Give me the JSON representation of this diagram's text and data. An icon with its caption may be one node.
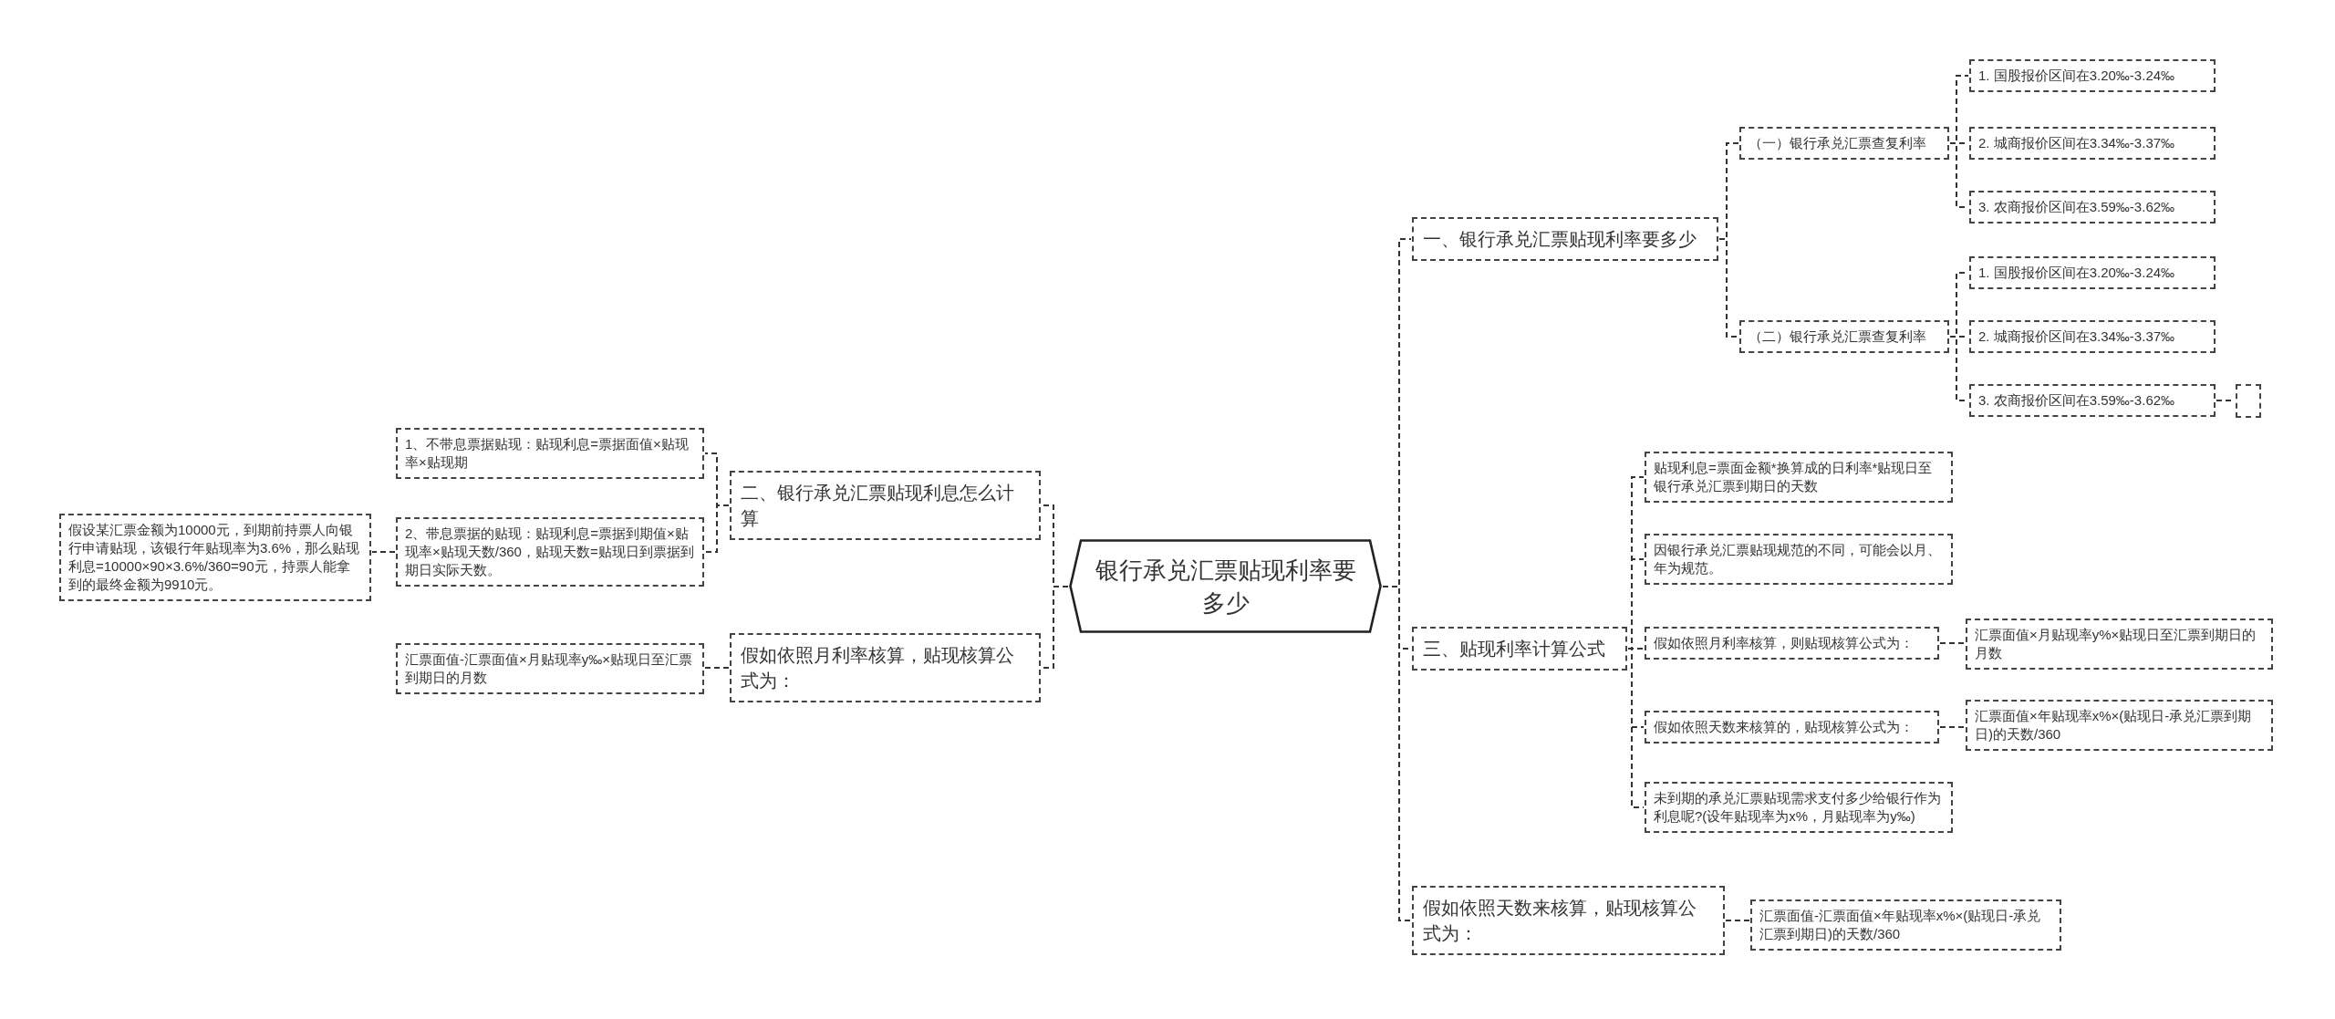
{
  "diagram": {
    "nodes": [
      {
        "text": [
          "银行承兑汇票贴现利率要多少"
        ]
      },
      {
        "text": [
          "二、银行承兑汇票贴现利息怎么计算"
        ]
      },
      {
        "text": [
          "1、不带息票据贴现：贴现利息=票据面值×贴现率×贴现期"
        ]
      },
      {
        "text": [
          "2、带息票据的贴现：贴现利息=票据到期值×贴现率×贴现天数/360，贴现天数=贴现日到票据到期日实际天数。"
        ]
      },
      {
        "text": [
          "假设某汇票金额为10000元，到期前持票人向银行申请贴现，该银行年贴现率为3.6%，那么贴现利息=10000×90×3.6%/360=90元，持票人能拿到的最终金额为9910元。"
        ]
      },
      {
        "text": [
          "假如依照月利率核算，贴现核算公式为："
        ]
      },
      {
        "text": [
          "汇票面值-汇票面值×月贴现率y‰×贴现日至汇票到期日的月数"
        ]
      },
      {
        "text": [
          "一、银行承兑汇票贴现利率要多少"
        ]
      },
      {
        "text": [
          "（一）银行承兑汇票查复利率"
        ]
      },
      {
        "text": [
          "1. 国股报价区间在3.20‰-3.24‰"
        ]
      },
      {
        "text": [
          "2. 城商报价区间在3.34‰-3.37‰"
        ]
      },
      {
        "text": [
          "3. 农商报价区间在3.59‰-3.62‰"
        ]
      },
      {
        "text": [
          "（二）银行承兑汇票查复利率"
        ]
      },
      {
        "text": [
          "1. 国股报价区间在3.20‰-3.24‰"
        ]
      },
      {
        "text": [
          "2. 城商报价区间在3.34‰-3.37‰"
        ]
      },
      {
        "text": [
          "3. 农商报价区间在3.59‰-3.62‰"
        ]
      },
      {
        "text": [],
        "shape": "box"
      },
      {
        "text": [
          "三、贴现利率计算公式"
        ]
      },
      {
        "text": [
          "贴现利息=票面金额*换算成的日利率*贴现日至银行承兑汇票到期日的天数"
        ]
      },
      {
        "text": [
          "因银行承兑汇票贴现规范的不同，可能会以月、年为规范。"
        ]
      },
      {
        "text": [
          "假如依照月利率核算，则贴现核算公式为："
        ]
      },
      {
        "text": [
          "汇票面值×月贴现率y%×贴现日至汇票到期日的月数"
        ]
      },
      {
        "text": [
          "假如依照天数来核算的，贴现核算公式为："
        ]
      },
      {
        "text": [
          "汇票面值×年贴现率x%×(贴现日-承兑汇票到期日)的天数/360"
        ]
      },
      {
        "text": [
          "未到期的承兑汇票贴现需求支付多少给银行作为利息呢?(设年贴现率为x%，月贴现率为y‰)"
        ]
      },
      {
        "text": [
          "假如依照天数来核算，贴现核算公式为："
        ]
      },
      {
        "text": [
          "汇票面值-汇票面值×年贴现率x%×(贴现日-承兑汇票到期日)的天数/360"
        ]
      }
    ],
    "edges": [
      {
        "from": 0,
        "to": 1,
        "arrow": "none",
        "style": "dashed"
      },
      {
        "from": 1,
        "to": 2,
        "arrow": "none",
        "style": "dashed"
      },
      {
        "from": 1,
        "to": 3,
        "arrow": "none",
        "style": "dashed"
      },
      {
        "from": 3,
        "to": 4,
        "arrow": "none",
        "style": "dashed"
      },
      {
        "from": 0,
        "to": 5,
        "arrow": "none",
        "style": "dashed"
      },
      {
        "from": 5,
        "to": 6,
        "arrow": "none",
        "style": "dashed"
      },
      {
        "from": 0,
        "to": 7,
        "arrow": "none",
        "style": "dashed"
      },
      {
        "from": 7,
        "to": 8,
        "arrow": "none",
        "style": "dashed"
      },
      {
        "from": 8,
        "to": 9,
        "arrow": "none",
        "style": "dashed"
      },
      {
        "from": 8,
        "to": 10,
        "arrow": "none",
        "style": "dashed"
      },
      {
        "from": 8,
        "to": 11,
        "arrow": "none",
        "style": "dashed"
      },
      {
        "from": 7,
        "to": 12,
        "arrow": "none",
        "style": "dashed"
      },
      {
        "from": 12,
        "to": 13,
        "arrow": "none",
        "style": "dashed"
      },
      {
        "from": 12,
        "to": 14,
        "arrow": "none",
        "style": "dashed"
      },
      {
        "from": 12,
        "to": 15,
        "arrow": "none",
        "style": "dashed"
      },
      {
        "from": 15,
        "to": 16,
        "arrow": "none",
        "style": "dashed"
      },
      {
        "from": 0,
        "to": 17,
        "arrow": "none",
        "style": "dashed"
      },
      {
        "from": 17,
        "to": 18,
        "arrow": "none",
        "style": "dashed"
      },
      {
        "from": 17,
        "to": 19,
        "arrow": "none",
        "style": "dashed"
      },
      {
        "from": 17,
        "to": 20,
        "arrow": "none",
        "style": "dashed"
      },
      {
        "from": 20,
        "to": 21,
        "arrow": "none",
        "style": "dashed"
      },
      {
        "from": 17,
        "to": 22,
        "arrow": "none",
        "style": "dashed"
      },
      {
        "from": 22,
        "to": 23,
        "arrow": "none",
        "style": "dashed"
      },
      {
        "from": 17,
        "to": 24,
        "arrow": "none",
        "style": "dashed"
      },
      {
        "from": 0,
        "to": 25,
        "arrow": "none",
        "style": "dashed"
      },
      {
        "from": 25,
        "to": 26,
        "arrow": "none",
        "style": "dashed"
      }
    ]
  }
}
